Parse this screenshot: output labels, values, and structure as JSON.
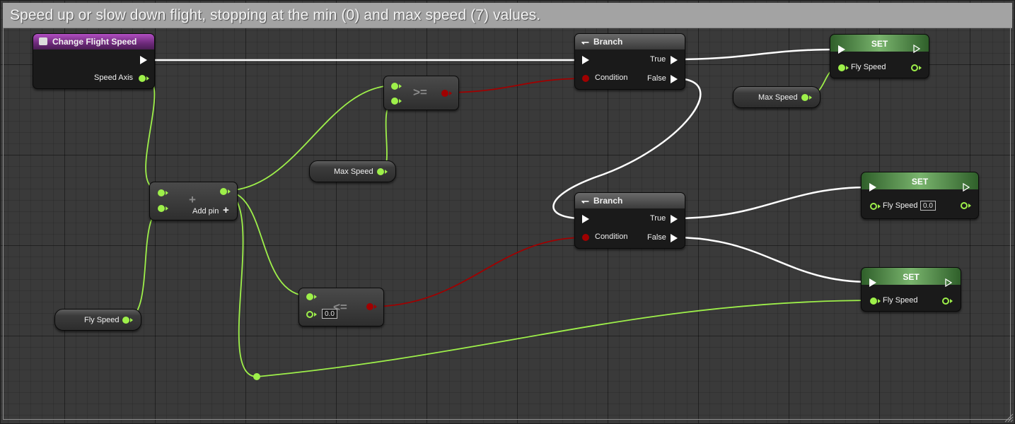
{
  "comment": "Speed up or slow down flight, stopping at the min (0) and max speed (7) values.",
  "event_node": {
    "title": "Change Flight Speed",
    "icon": "event-icon",
    "color": "#8e3a9e",
    "output": "Speed Axis"
  },
  "add_node": {
    "symbol": "+",
    "add_pin_label": "Add pin"
  },
  "gte_node": {
    "symbol": ">="
  },
  "lte_node": {
    "symbol": "<=",
    "default_b": "0.0"
  },
  "var_max_speed_1": {
    "label": "Max Speed"
  },
  "var_max_speed_2": {
    "label": "Max Speed"
  },
  "var_fly_speed": {
    "label": "Fly Speed"
  },
  "branch_1": {
    "title": "Branch",
    "true_label": "True",
    "false_label": "False",
    "condition_label": "Condition"
  },
  "branch_2": {
    "title": "Branch",
    "true_label": "True",
    "false_label": "False",
    "condition_label": "Condition"
  },
  "set_1": {
    "title": "SET",
    "var_label": "Fly Speed"
  },
  "set_2": {
    "title": "SET",
    "var_label": "Fly Speed",
    "default_value": "0.0"
  },
  "set_3": {
    "title": "SET",
    "var_label": "Fly Speed"
  },
  "colors": {
    "float_pin": "#9ef04a",
    "bool_pin": "#a00000",
    "exec_wire": "#ffffff",
    "event_header": "#8e3a9e",
    "set_header": "#79b46d"
  }
}
